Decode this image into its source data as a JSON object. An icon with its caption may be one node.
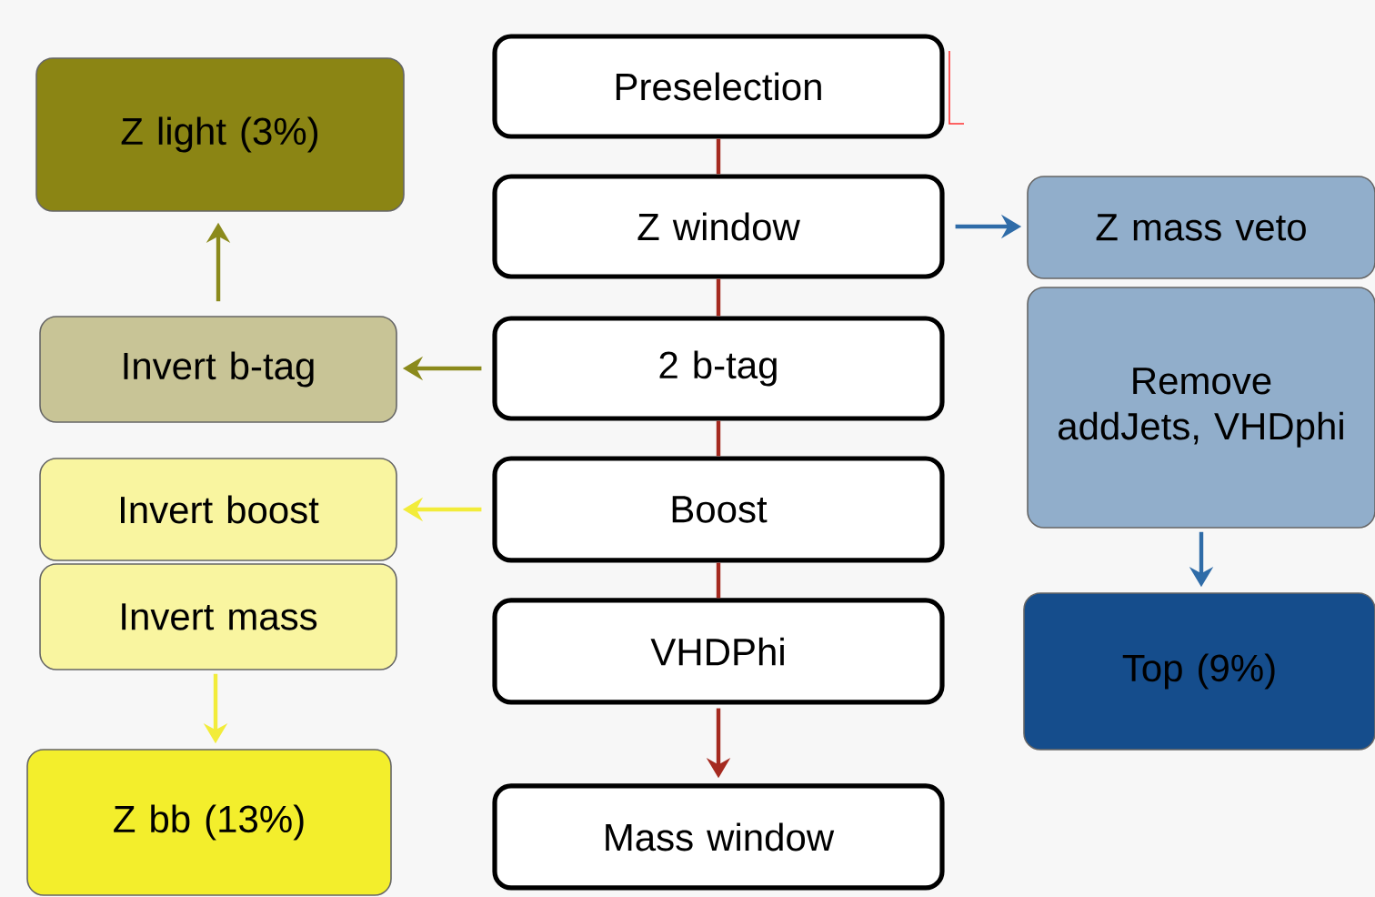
{
  "diagram": {
    "nodes": [
      {
        "text": [
          "Preselection"
        ]
      },
      {
        "text": [
          "Z window"
        ]
      },
      {
        "text": [
          "2 b-tag"
        ]
      },
      {
        "text": [
          "Boost"
        ]
      },
      {
        "text": [
          "VHDPhi"
        ]
      },
      {
        "text": [
          "Mass window"
        ]
      },
      {
        "text": [
          "Z light (3%)"
        ]
      },
      {
        "text": [
          "Invert b-tag"
        ]
      },
      {
        "text": [
          "Invert boost"
        ]
      },
      {
        "text": [
          "Invert mass"
        ]
      },
      {
        "text": [
          "Z bb (13%)"
        ]
      },
      {
        "text": [
          "Z mass veto"
        ]
      },
      {
        "text": [
          "Remove addJets, VHDphi"
        ]
      },
      {
        "text": [
          "Top (9%)"
        ]
      }
    ],
    "edges": [
      {
        "from": 0,
        "to": 1,
        "arrow": "none"
      },
      {
        "from": 1,
        "to": 2,
        "arrow": "none"
      },
      {
        "from": 2,
        "to": 3,
        "arrow": "none"
      },
      {
        "from": 3,
        "to": 4,
        "arrow": "none"
      },
      {
        "from": 4,
        "to": 5,
        "arrow": "to"
      },
      {
        "from": 1,
        "to": 11,
        "arrow": "to",
        "color": "#2f6ca8"
      },
      {
        "from": 2,
        "to": 7,
        "arrow": "to",
        "color": "#8b8a1c"
      },
      {
        "from": 7,
        "to": 6,
        "arrow": "to",
        "color": "#8b8a1c"
      },
      {
        "from": 3,
        "to": 8,
        "arrow": "to",
        "color": "#f2ec3a"
      },
      {
        "from": 9,
        "to": 10,
        "arrow": "to",
        "color": "#f2ec3a"
      },
      {
        "from": 12,
        "to": 13,
        "arrow": "to",
        "color": "#2f6ca8"
      }
    ]
  }
}
